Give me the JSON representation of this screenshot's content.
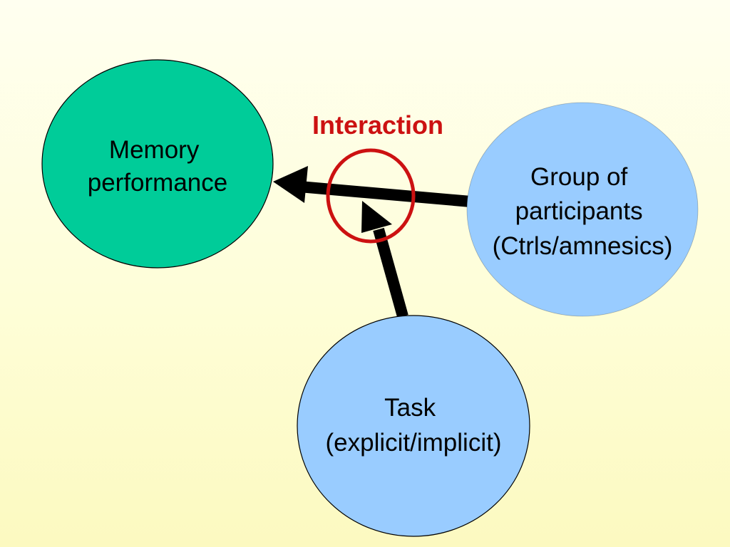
{
  "colors": {
    "memory_fill": "#00cc99",
    "blue_fill": "#99ccff",
    "arrow": "#000000",
    "interaction": "#cc1111"
  },
  "nodes": {
    "memory": {
      "lines": [
        "Memory",
        "performance"
      ]
    },
    "group": {
      "lines": [
        "Group of",
        "participants",
        "(Ctrls/amnesics)"
      ]
    },
    "task": {
      "lines": [
        "Task",
        "(explicit/implicit)"
      ]
    }
  },
  "interaction": {
    "label": "Interaction"
  }
}
